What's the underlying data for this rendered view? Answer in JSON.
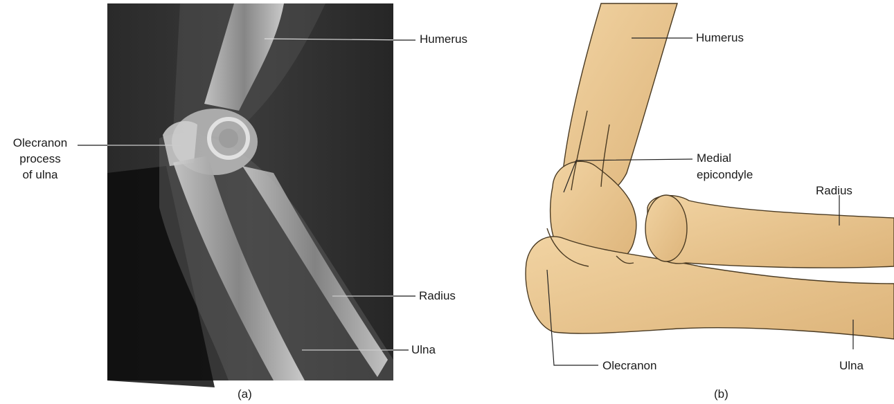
{
  "panel_a": {
    "caption": "(a)",
    "labels": {
      "humerus": "Humerus",
      "olecranon_1": "Olecranon",
      "olecranon_2": "process",
      "olecranon_3": "of ulna",
      "radius": "Radius",
      "ulna": "Ulna"
    }
  },
  "panel_b": {
    "caption": "(b)",
    "labels": {
      "humerus": "Humerus",
      "medial_1": "Medial",
      "medial_2": "epicondyle",
      "radius": "Radius",
      "olecranon": "Olecranon",
      "ulna": "Ulna"
    }
  },
  "colors": {
    "xray_bg": "#1c1c1c",
    "bone_fill": "#e9c58e",
    "bone_outline": "#4a3a22",
    "leader": "#222222"
  }
}
